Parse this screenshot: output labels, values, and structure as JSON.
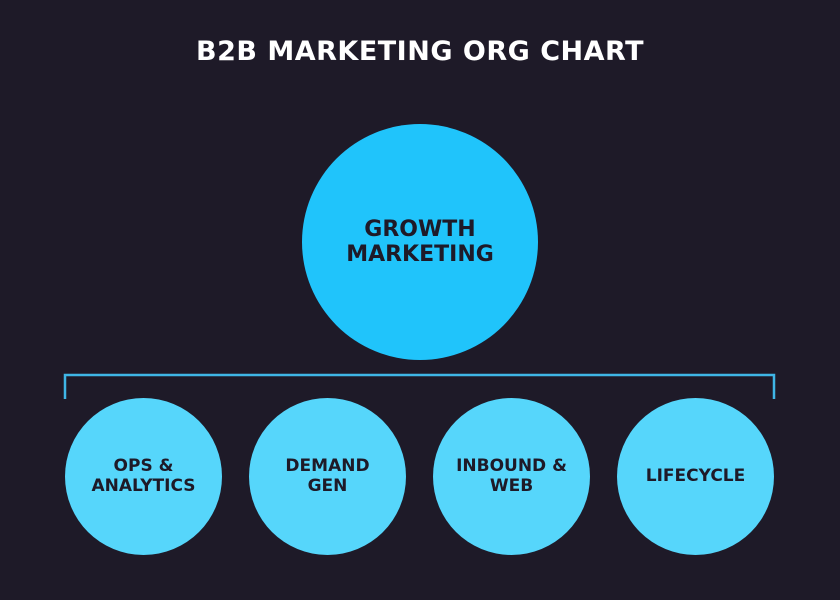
{
  "title": "B2B MARKETING ORG CHART",
  "colors": {
    "background": "#1e1a28",
    "root_fill": "#20c4fb",
    "child_fill": "#56d6fb",
    "connector": "#3fb6e6",
    "node_text": "#1e1a28",
    "title_text": "#ffffff"
  },
  "root": {
    "label": "GROWTH\nMARKETING"
  },
  "children": [
    {
      "label": "OPS &\nANALYTICS"
    },
    {
      "label": "DEMAND\nGEN"
    },
    {
      "label": "INBOUND &\nWEB"
    },
    {
      "label": "LIFECYCLE"
    }
  ]
}
